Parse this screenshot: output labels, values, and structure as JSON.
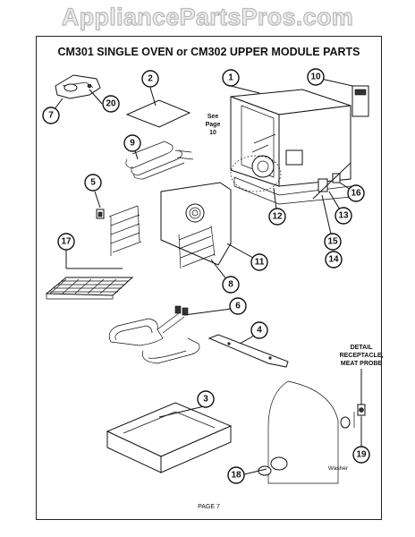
{
  "watermark": "AppliancePartsPros.com",
  "title": "CM301 SINGLE OVEN or CM302 UPPER MODULE PARTS",
  "see_page": {
    "line1": "See",
    "line2": "Page",
    "line3": "10"
  },
  "detail": {
    "line1": "DETAIL",
    "line2": "RECEPTACLE,",
    "line3": "MEAT PROBE"
  },
  "washer_label": "Washer",
  "footer": "PAGE 7",
  "callouts": [
    "1",
    "2",
    "3",
    "4",
    "5",
    "6",
    "7",
    "8",
    "9",
    "10",
    "11",
    "12",
    "13",
    "14",
    "15",
    "16",
    "17",
    "18",
    "19",
    "20"
  ]
}
